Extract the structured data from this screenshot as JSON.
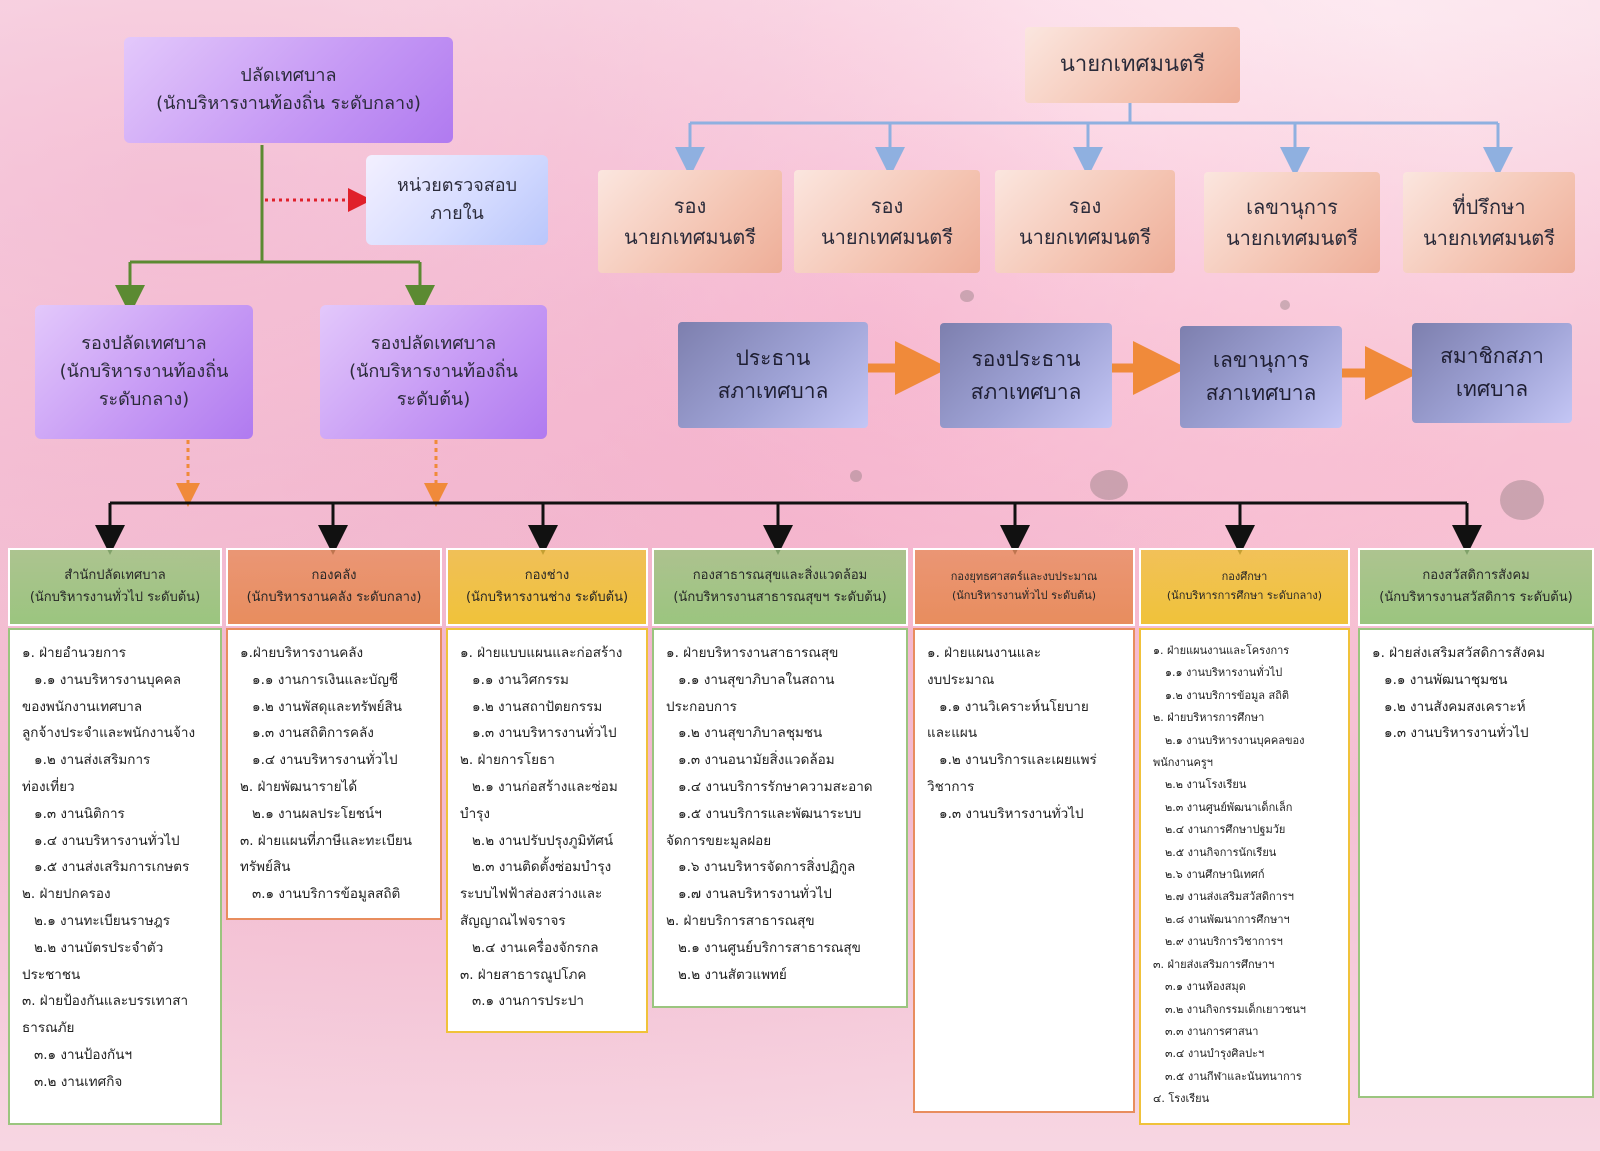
{
  "chief_officer": {
    "line1": "ปลัดเทศบาล",
    "line2": "(นักบริหารงานท้องถิ่น ระดับกลาง)"
  },
  "internal_audit": {
    "line1": "หน่วยตรวจสอบ",
    "line2": "ภายใน"
  },
  "deputy_chief_1": {
    "line1": "รองปลัดเทศบาล",
    "line2": "(นักบริหารงานท้องถิ่น",
    "line3": "ระดับกลาง)"
  },
  "deputy_chief_2": {
    "line1": "รองปลัดเทศบาล",
    "line2": "(นักบริหารงานท้องถิ่น",
    "line3": "ระดับต้น)"
  },
  "mayor": "นายกเทศมนตรี",
  "mayor_staff": [
    {
      "line1": "รอง",
      "line2": "นายกเทศมนตรี"
    },
    {
      "line1": "รอง",
      "line2": "นายกเทศมนตรี"
    },
    {
      "line1": "รอง",
      "line2": "นายกเทศมนตรี"
    },
    {
      "line1": "เลขานุการ",
      "line2": "นายกเทศมนตรี"
    },
    {
      "line1": "ที่ปรึกษา",
      "line2": "นายกเทศมนตรี"
    }
  ],
  "council": [
    {
      "line1": "ประธาน",
      "line2": "สภาเทศบาล"
    },
    {
      "line1": "รองประธาน",
      "line2": "สภาเทศบาล"
    },
    {
      "line1": "เลขานุการ",
      "line2": "สภาเทศบาล"
    },
    {
      "line1": "สมาชิกสภา",
      "line2": "เทศบาล"
    }
  ],
  "colors": {
    "green_line": "#5b8a32",
    "blue_line": "#8fb0e0",
    "orange_arrow": "#f08a3a",
    "red_dotted": "#e0202a",
    "black_line": "#111111"
  },
  "departments": [
    {
      "head1": "สำนักปลัดเทศบาล",
      "head2": "(นักบริหารงานทั่วไป ระดับต้น)",
      "color": "#9bc57f",
      "items": [
        {
          "t": "๑. ฝ่ายอำนวยการ",
          "l": 0
        },
        {
          "t": "๑.๑ งานบริหารงานบุคคล",
          "l": 1
        },
        {
          "t": "ของพนักงานเทศบาล",
          "l": 0
        },
        {
          "t": "ลูกจ้างประจำและพนักงานจ้าง",
          "l": 0
        },
        {
          "t": "๑.๒ งานส่งเสริมการ",
          "l": 1
        },
        {
          "t": "ท่องเที่ยว",
          "l": 0
        },
        {
          "t": "๑.๓ งานนิติการ",
          "l": 1
        },
        {
          "t": "๑.๔ งานบริหารงานทั่วไป",
          "l": 1
        },
        {
          "t": "๑.๕ งานส่งเสริมการเกษตร",
          "l": 1
        },
        {
          "t": "๒. ฝ่ายปกครอง",
          "l": 0
        },
        {
          "t": "๒.๑ งานทะเบียนราษฎร",
          "l": 1
        },
        {
          "t": "๒.๒ งานบัตรประจำตัว",
          "l": 1
        },
        {
          "t": "ประชาชน",
          "l": 0
        },
        {
          "t": "๓. ฝ่ายป้องกันและบรรเทาสา",
          "l": 0
        },
        {
          "t": "ธารณภัย",
          "l": 0
        },
        {
          "t": "๓.๑ งานป้องกันฯ",
          "l": 1
        },
        {
          "t": "๓.๒ งานเทศกิจ",
          "l": 1
        }
      ]
    },
    {
      "head1": "กองคลัง",
      "head2": "(นักบริหารงานคลัง ระดับกลาง)",
      "color": "#e88d5e",
      "items": [
        {
          "t": "๑.ฝ่ายบริหารงานคลัง",
          "l": 0
        },
        {
          "t": "๑.๑ งานการเงินและบัญชี",
          "l": 1
        },
        {
          "t": "๑.๒ งานพัสดุและทรัพย์สิน",
          "l": 1
        },
        {
          "t": "๑.๓ งานสถิติการคลัง",
          "l": 1
        },
        {
          "t": "๑.๔ งานบริหารงานทั่วไป",
          "l": 1
        },
        {
          "t": "๒. ฝ่ายพัฒนารายได้",
          "l": 0
        },
        {
          "t": "๒.๑ งานผลประโยชน์ฯ",
          "l": 1
        },
        {
          "t": "๓. ฝ่ายแผนที่ภาษีและทะเบียน",
          "l": 0
        },
        {
          "t": "ทรัพย์สิน",
          "l": 0
        },
        {
          "t": "๓.๑ งานบริการข้อมูลสถิติ",
          "l": 1
        }
      ]
    },
    {
      "head1": "กองช่าง",
      "head2": "(นักบริหารงานช่าง ระดับต้น)",
      "color": "#f0c23a",
      "items": [
        {
          "t": "๑. ฝ่ายแบบแผนและก่อสร้าง",
          "l": 0
        },
        {
          "t": "๑.๑ งานวิศกรรม",
          "l": 1
        },
        {
          "t": "๑.๒ งานสถาปัตยกรรม",
          "l": 1
        },
        {
          "t": "๑.๓ งานบริหารงานทั่วไป",
          "l": 1
        },
        {
          "t": "๒. ฝ่ายการโยธา",
          "l": 0
        },
        {
          "t": "๒.๑ งานก่อสร้างและซ่อม",
          "l": 1
        },
        {
          "t": "บำรุง",
          "l": 0
        },
        {
          "t": "๒.๒ งานปรับปรุงภูมิทัศน์",
          "l": 1
        },
        {
          "t": "๒.๓ งานติดตั้งซ่อมบำรุง",
          "l": 1
        },
        {
          "t": "ระบบไฟฟ้าส่องสว่างและ",
          "l": 0
        },
        {
          "t": "สัญญาณไฟจราจร",
          "l": 0
        },
        {
          "t": "๒.๔ งานเครื่องจักรกล",
          "l": 1
        },
        {
          "t": "๓. ฝ่ายสาธารณูปโภค",
          "l": 0
        },
        {
          "t": "๓.๑ งานการประปา",
          "l": 1
        }
      ]
    },
    {
      "head1": "กองสาธารณสุขและสิ่งแวดล้อม",
      "head2": "(นักบริหารงานสาธารณสุขฯ ระดับต้น)",
      "color": "#9bc57f",
      "items": [
        {
          "t": "๑. ฝ่ายบริหารงานสาธารณสุข",
          "l": 0
        },
        {
          "t": "๑.๑ งานสุขาภิบาลในสถาน",
          "l": 1
        },
        {
          "t": "ประกอบการ",
          "l": 0
        },
        {
          "t": "๑.๒ งานสุขาภิบาลชุมชน",
          "l": 1
        },
        {
          "t": "๑.๓ งานอนามัยสิ่งแวดล้อม",
          "l": 1
        },
        {
          "t": "๑.๔ งานบริการรักษาความสะอาด",
          "l": 1
        },
        {
          "t": "๑.๕ งานบริการและพัฒนาระบบ",
          "l": 1
        },
        {
          "t": "จัดการขยะมูลฝอย",
          "l": 0
        },
        {
          "t": "๑.๖ งานบริหารจัดการสิ่งปฏิกูล",
          "l": 1
        },
        {
          "t": "๑.๗ งานลบริหารงานทั่วไป",
          "l": 1
        },
        {
          "t": "๒. ฝ่ายบริการสาธารณสุข",
          "l": 0
        },
        {
          "t": "๒.๑ งานศูนย์บริการสาธารณสุข",
          "l": 1
        },
        {
          "t": "๒.๒ งานสัตวแพทย์",
          "l": 1
        }
      ]
    },
    {
      "head1": "กองยุทธศาสตร์และงบประมาณ",
      "head2": "(นักบริหารงานทั่วไป ระดับต้น)",
      "color": "#e88d5e",
      "small": true,
      "items": [
        {
          "t": "๑. ฝ่ายแผนงานและ",
          "l": 0
        },
        {
          "t": "งบประมาณ",
          "l": 0
        },
        {
          "t": "๑.๑ งานวิเคราะห์นโยบาย",
          "l": 1
        },
        {
          "t": "และแผน",
          "l": 0
        },
        {
          "t": "๑.๒ งานบริการและเผยแพร่",
          "l": 1
        },
        {
          "t": "วิชาการ",
          "l": 0
        },
        {
          "t": "๑.๓ งานบริหารงานทั่วไป",
          "l": 1
        }
      ]
    },
    {
      "head1": "กองศึกษา",
      "head2": "(นักบริหารการศึกษา ระดับกลาง)",
      "color": "#f0c23a",
      "small": true,
      "compact": true,
      "items": [
        {
          "t": "๑. ฝ่ายแผนงานและโครงการ",
          "l": 0
        },
        {
          "t": "๑.๑ งานบริหารงานทั่วไป",
          "l": 1
        },
        {
          "t": "๑.๒ งานบริการข้อมูล สถิติ",
          "l": 1
        },
        {
          "t": "๒. ฝ่ายบริหารการศึกษา",
          "l": 0
        },
        {
          "t": "๒.๑ งานบริหารงานบุคคลของ",
          "l": 1
        },
        {
          "t": "พนักงานครูฯ",
          "l": 0
        },
        {
          "t": "๒.๒ งานโรงเรียน",
          "l": 1
        },
        {
          "t": "๒.๓ งานศูนย์พัฒนาเด็กเล็ก",
          "l": 1
        },
        {
          "t": "๒.๔ งานการศึกษาปฐมวัย",
          "l": 1
        },
        {
          "t": "๒.๕ งานกิจการนักเรียน",
          "l": 1
        },
        {
          "t": "๒.๖ งานศึกษานิเทศก์",
          "l": 1
        },
        {
          "t": "๒.๗ งานส่งเสริมสวัสดิการฯ",
          "l": 1
        },
        {
          "t": "๒.๘ งานพัฒนาการศึกษาฯ",
          "l": 1
        },
        {
          "t": "๒.๙ งานบริการวิชาการฯ",
          "l": 1
        },
        {
          "t": "๓. ฝ่ายส่งเสริมการศึกษาฯ",
          "l": 0
        },
        {
          "t": "๓.๑ งานห้องสมุด",
          "l": 1
        },
        {
          "t": "๓.๒ งานกิจกรรมเด็กเยาวชนฯ",
          "l": 1
        },
        {
          "t": "๓.๓ งานการศาสนา",
          "l": 1
        },
        {
          "t": "๓.๔ งานบำรุงศิลปะฯ",
          "l": 1
        },
        {
          "t": "๓.๕ งานกีฬาและนันทนาการ",
          "l": 1
        },
        {
          "t": "๔. โรงเรียน",
          "l": 0
        }
      ]
    },
    {
      "head1": "กองสวัสดิการสังคม",
      "head2": "(นักบริหารงานสวัสดิการ ระดับต้น)",
      "color": "#9bc57f",
      "items": [
        {
          "t": "๑. ฝ่ายส่งเสริมสวัสดิการสังคม",
          "l": 0
        },
        {
          "t": "๑.๑ งานพัฒนาชุมชน",
          "l": 1
        },
        {
          "t": "๑.๒ งานสังคมสงเคราะห์",
          "l": 1
        },
        {
          "t": "๑.๓ งานบริหารงานทั่วไป",
          "l": 1
        }
      ]
    }
  ]
}
